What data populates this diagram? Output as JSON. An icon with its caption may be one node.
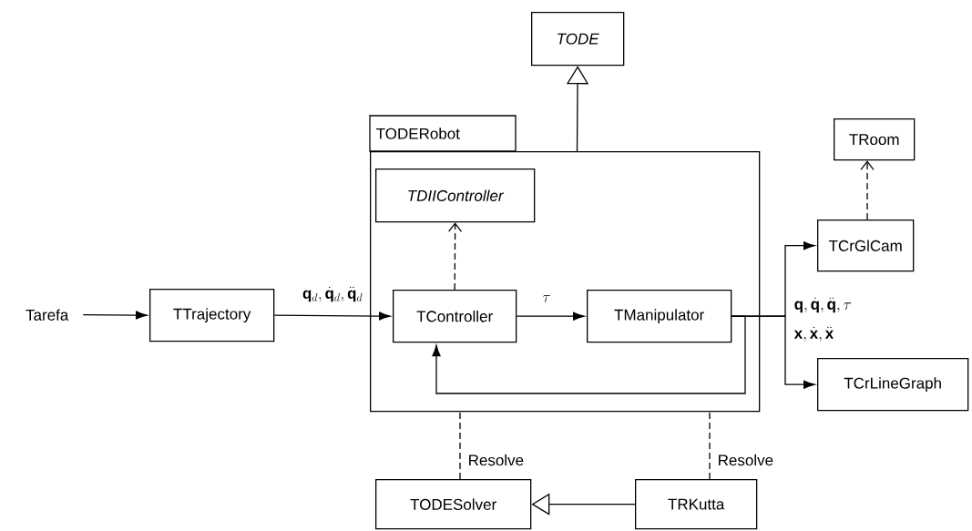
{
  "diagram": {
    "nodes": [
      {
        "text": [
          "TODE"
        ]
      },
      {
        "text": [
          "TODERobot"
        ]
      },
      {
        "text": [
          "TDIIController"
        ],
        "in": 1
      },
      {
        "text": [
          "TController"
        ],
        "in": 1
      },
      {
        "text": [
          "TManipulator"
        ],
        "in": 1
      },
      {
        "text": [
          "Tarefa"
        ]
      },
      {
        "text": [
          "TTrajectory"
        ]
      },
      {
        "text": [
          "TRoom"
        ]
      },
      {
        "text": [
          "TCrGlCam"
        ]
      },
      {
        "text": [
          "TCrLineGraph"
        ]
      },
      {
        "text": [
          "TODESolver"
        ]
      },
      {
        "text": [
          "TRKutta"
        ]
      }
    ],
    "edges": [
      {
        "from": 5,
        "to": 6,
        "arrow": "to"
      },
      {
        "from": 6,
        "to": 3,
        "arrow": "to",
        "label": "\\mathbf{q}_d,\\dot{\\mathbf{q}}_d,\\ddot{\\mathbf{q}}_d"
      },
      {
        "from": 3,
        "to": 4,
        "arrow": "to",
        "label": "\\tau"
      },
      {
        "from": 4,
        "to": 3,
        "arrow": "to"
      },
      {
        "from": 4,
        "to": 8,
        "arrow": "to"
      },
      {
        "from": 4,
        "to": 9,
        "arrow": "to"
      },
      {
        "from": 1,
        "to": 0,
        "arrow": "to"
      },
      {
        "from": 3,
        "to": 2,
        "arrow": "to",
        "style": "dashed"
      },
      {
        "from": 8,
        "to": 7,
        "arrow": "to",
        "style": "dashed"
      },
      {
        "from": 11,
        "to": 10,
        "arrow": "to"
      },
      {
        "from": 10,
        "to": 1,
        "arrow": "none",
        "style": "dashed",
        "label": "Resolve"
      },
      {
        "from": 11,
        "to": 1,
        "arrow": "none",
        "style": "dashed",
        "label": "Resolve"
      }
    ],
    "labels": [
      "\\mathbf{q},\\dot{\\mathbf{q}},\\ddot{\\mathbf{q}},\\tau",
      "\\mathbf{x},\\dot{\\mathbf{x}},\\ddot{\\mathbf{x}}"
    ]
  }
}
